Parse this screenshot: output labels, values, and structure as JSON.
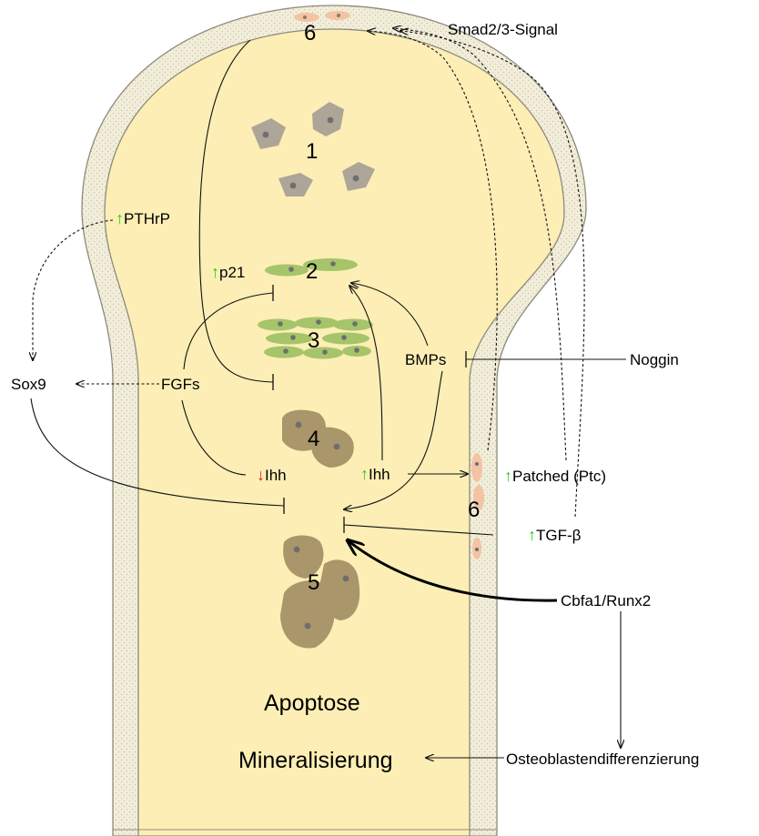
{
  "labels": {
    "smad": "Smad2/3-Signal",
    "pthrp": "PTHrP",
    "p21": "p21",
    "sox9": "Sox9",
    "fgfs": "FGFs",
    "bmps": "BMPs",
    "noggin": "Noggin",
    "ihh_left": "Ihh",
    "ihh_right": "Ihh",
    "patched": "Patched (Ptc)",
    "tgf": "TGF-β",
    "runx": "Cbfa1/Runx2",
    "apoptose": "Apoptose",
    "mineral": "Mineralisierung",
    "osteo": "Osteoblastendifferenzierung"
  },
  "zones": [
    "1",
    "2",
    "3",
    "4",
    "5",
    "6",
    "6"
  ],
  "indicators": {
    "up_symbol": "↑",
    "down_symbol": "↓"
  },
  "colors": {
    "cartilage": "#FCEEB5",
    "perichondrium_fill": "#F1EDD9",
    "perichondrium_stroke": "#8E8A7C",
    "resting_cell": "#ADA597",
    "proliferating_cell": "#A6C469",
    "hypertrophic_cell": "#A9966A",
    "nucleus": "#6E6E6E",
    "periosteal_cell": "#F3C3A3",
    "up_arrow": "#22CC22",
    "down_arrow": "#DD2222"
  }
}
